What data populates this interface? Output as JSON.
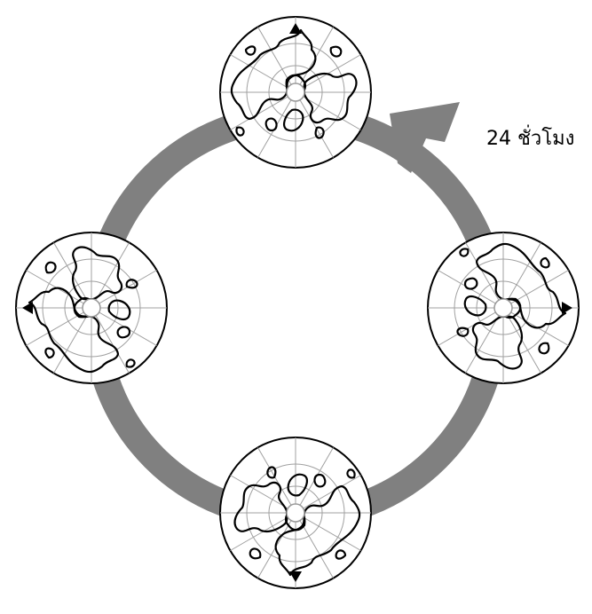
{
  "diagram": {
    "duration_label": "24 ชั่วโมง",
    "arrow_color": "#808080",
    "globes": [
      {
        "id": "top",
        "marker": "triangle-up"
      },
      {
        "id": "right",
        "marker": "triangle-right"
      },
      {
        "id": "bottom",
        "marker": "triangle-down"
      },
      {
        "id": "left",
        "marker": "triangle-left"
      }
    ]
  }
}
